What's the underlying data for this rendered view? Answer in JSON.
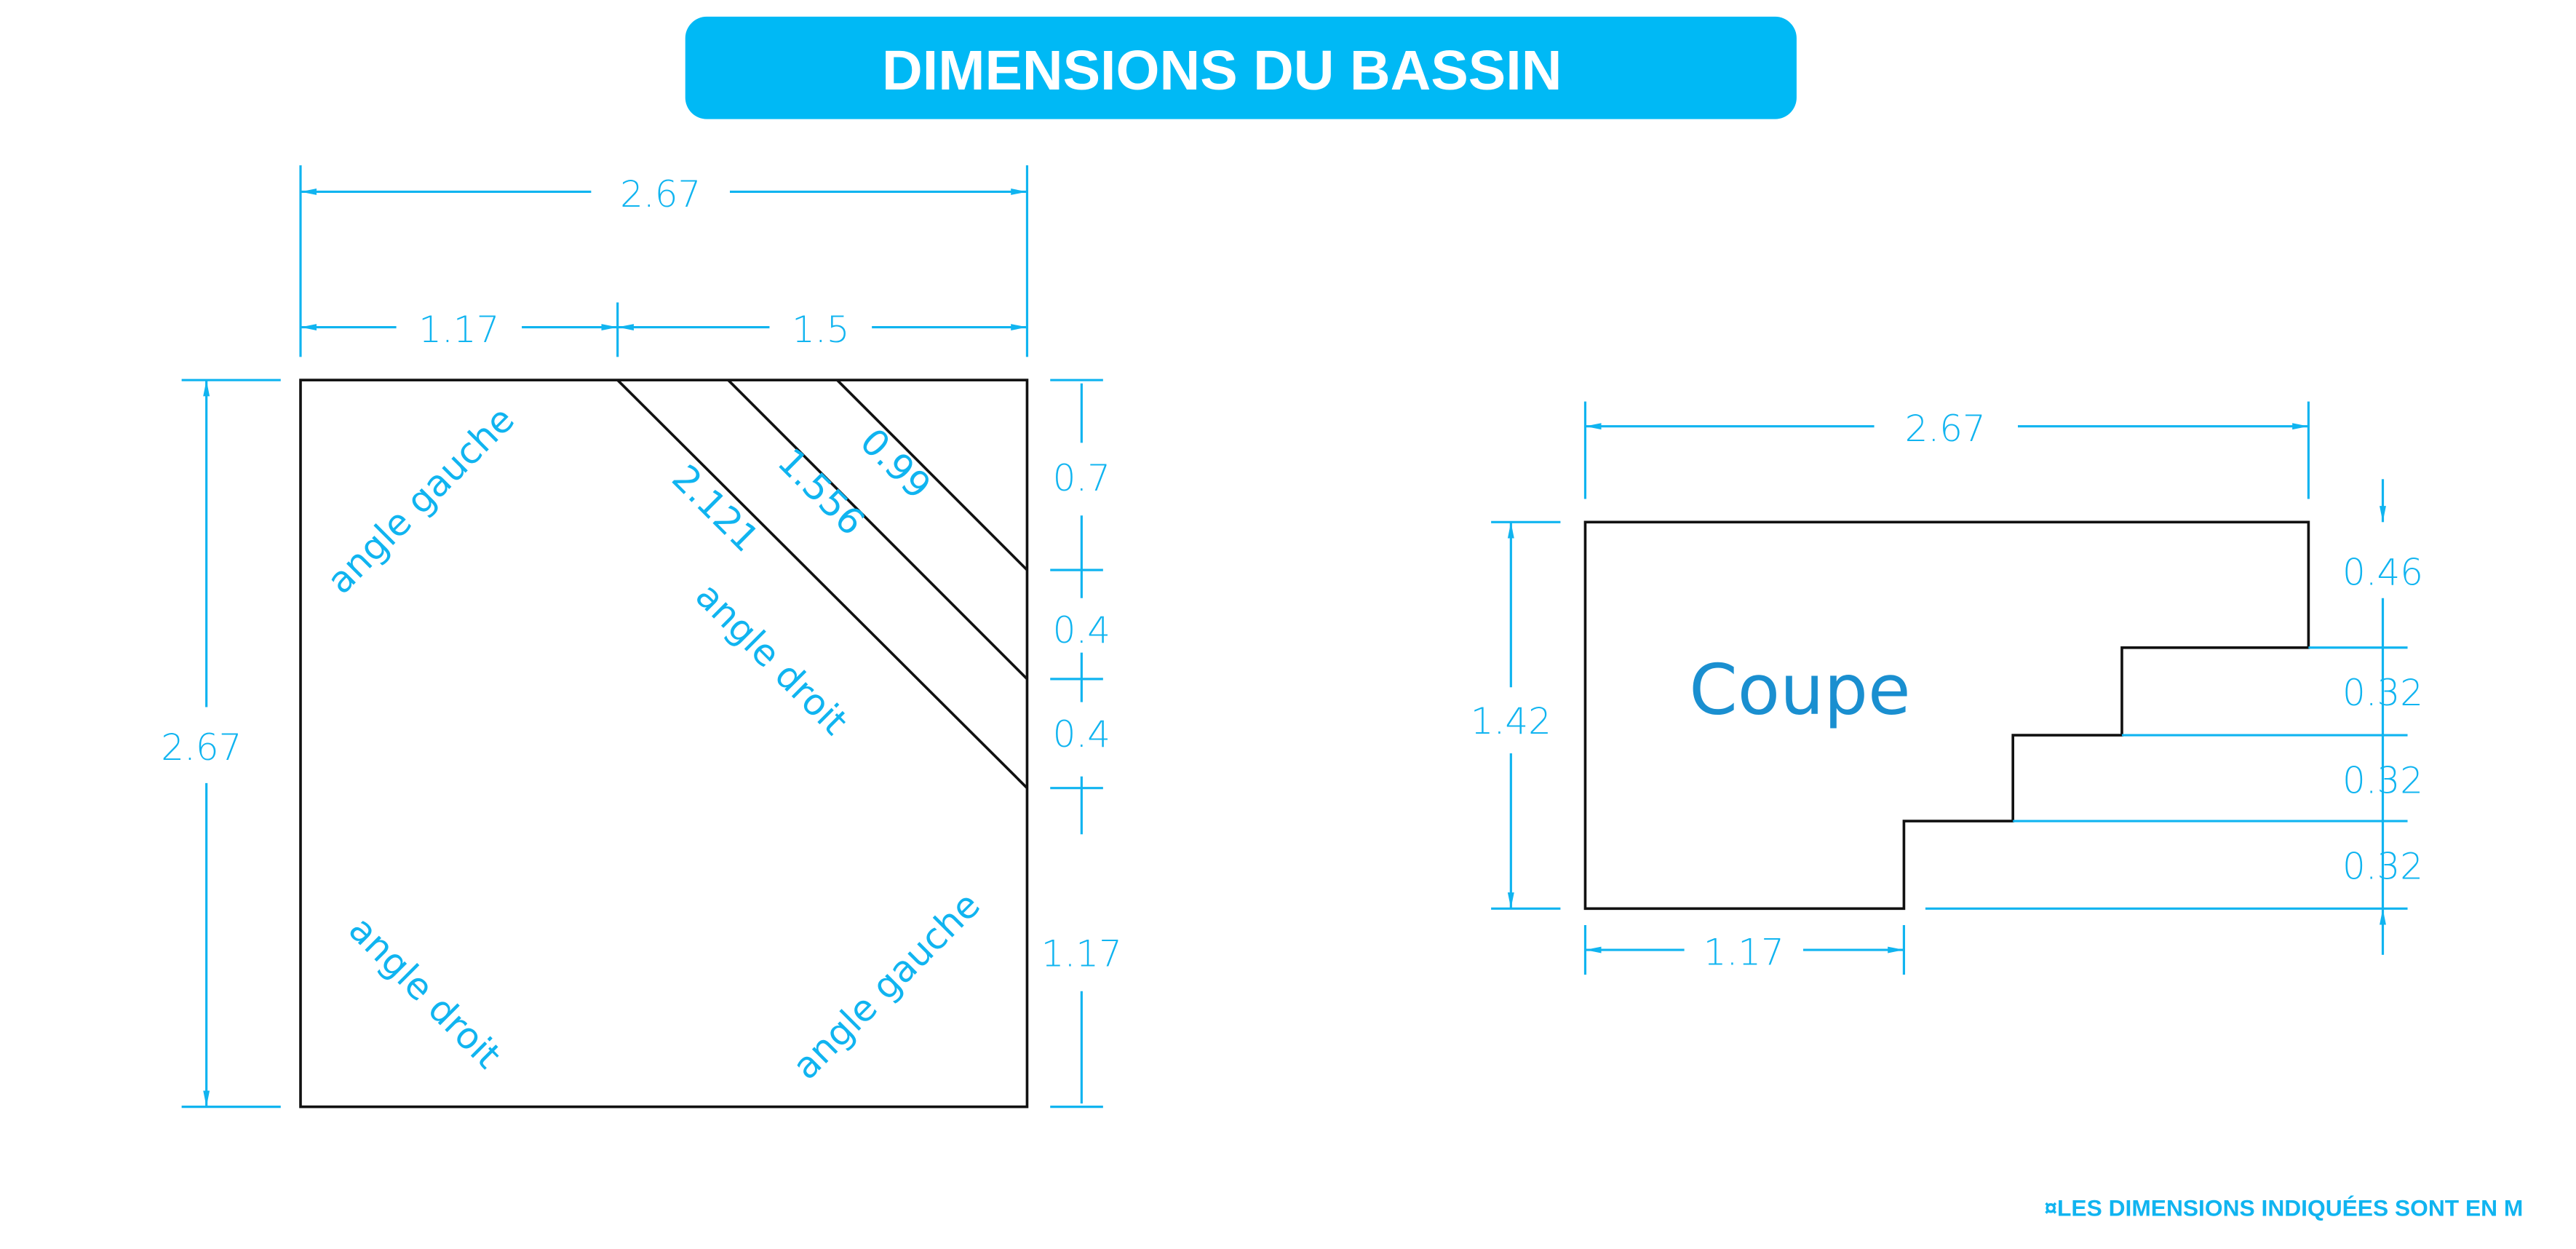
{
  "title": "DIMENSIONS DU BASSIN",
  "colors": {
    "accent": "#00b9f5",
    "dimension": "#10b4f0",
    "outline": "#111111",
    "coupe": "#1a8fd0"
  },
  "plan": {
    "width_total": "2.67",
    "width_left": "1.17",
    "width_right": "1.5",
    "height_total": "2.67",
    "diag_1": "2.121",
    "diag_2": "1.556",
    "diag_3": "0.99",
    "right_seg_1": "0.7",
    "right_seg_2": "0.4",
    "right_seg_3": "0.4",
    "right_seg_4": "1.17",
    "corner_top_left": "angle gauche",
    "corner_center": "angle droit",
    "corner_bottom_left": "angle droit",
    "corner_bottom_right": "angle gauche"
  },
  "section": {
    "label": "Coupe",
    "width_total": "2.67",
    "height_total": "1.42",
    "bottom_width": "1.17",
    "step_1": "0.46",
    "step_2": "0.32",
    "step_3": "0.32",
    "step_4": "0.32"
  },
  "footnote": "¤LES DIMENSIONS INDIQUÉES SONT EN M"
}
